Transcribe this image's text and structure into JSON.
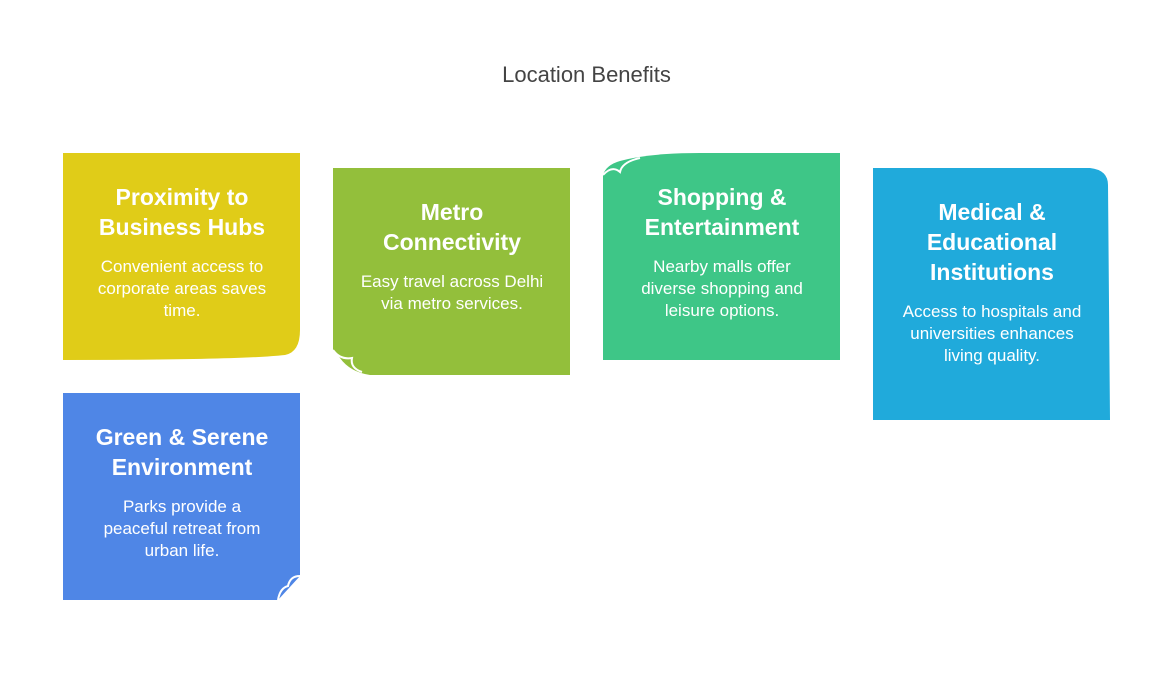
{
  "title": "Location Benefits",
  "cards": [
    {
      "heading": "Proximity to Business Hubs",
      "text": "Convenient access to corporate areas saves time.",
      "color": "#e0cc18"
    },
    {
      "heading": "Metro Connectivity",
      "text": "Easy travel across Delhi via metro services.",
      "color": "#93bf3b"
    },
    {
      "heading": "Shopping & Entertainment",
      "text": "Nearby malls offer diverse shopping and leisure options.",
      "color": "#3ec687"
    },
    {
      "heading": "Medical & Educational Institutions",
      "text": "Access to hospitals and universities enhances living quality.",
      "color": "#20aadb"
    },
    {
      "heading": "Green & Serene Environment",
      "text": "Parks provide a peaceful retreat from urban life.",
      "color": "#4f86e6"
    }
  ]
}
